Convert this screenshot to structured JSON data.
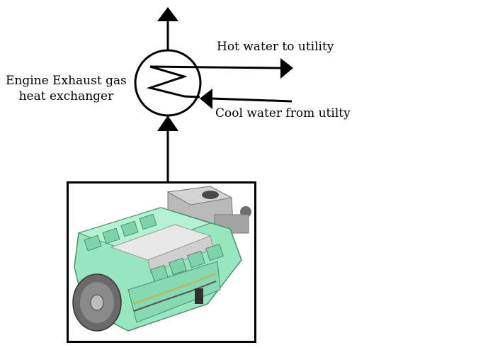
{
  "heat_exchanger": {
    "label_line1": "Engine Exhaust gas",
    "label_line2": "heat exchanger"
  },
  "outlet": {
    "label": "Hot water to utility"
  },
  "inlet": {
    "label": "Cool water from utilty"
  },
  "colors": {
    "line": "#000000",
    "engine_body": "#8fe0b8",
    "engine_shadow": "#5fae8a",
    "engine_gray": "#9a9a9a",
    "background": "#ffffff"
  }
}
